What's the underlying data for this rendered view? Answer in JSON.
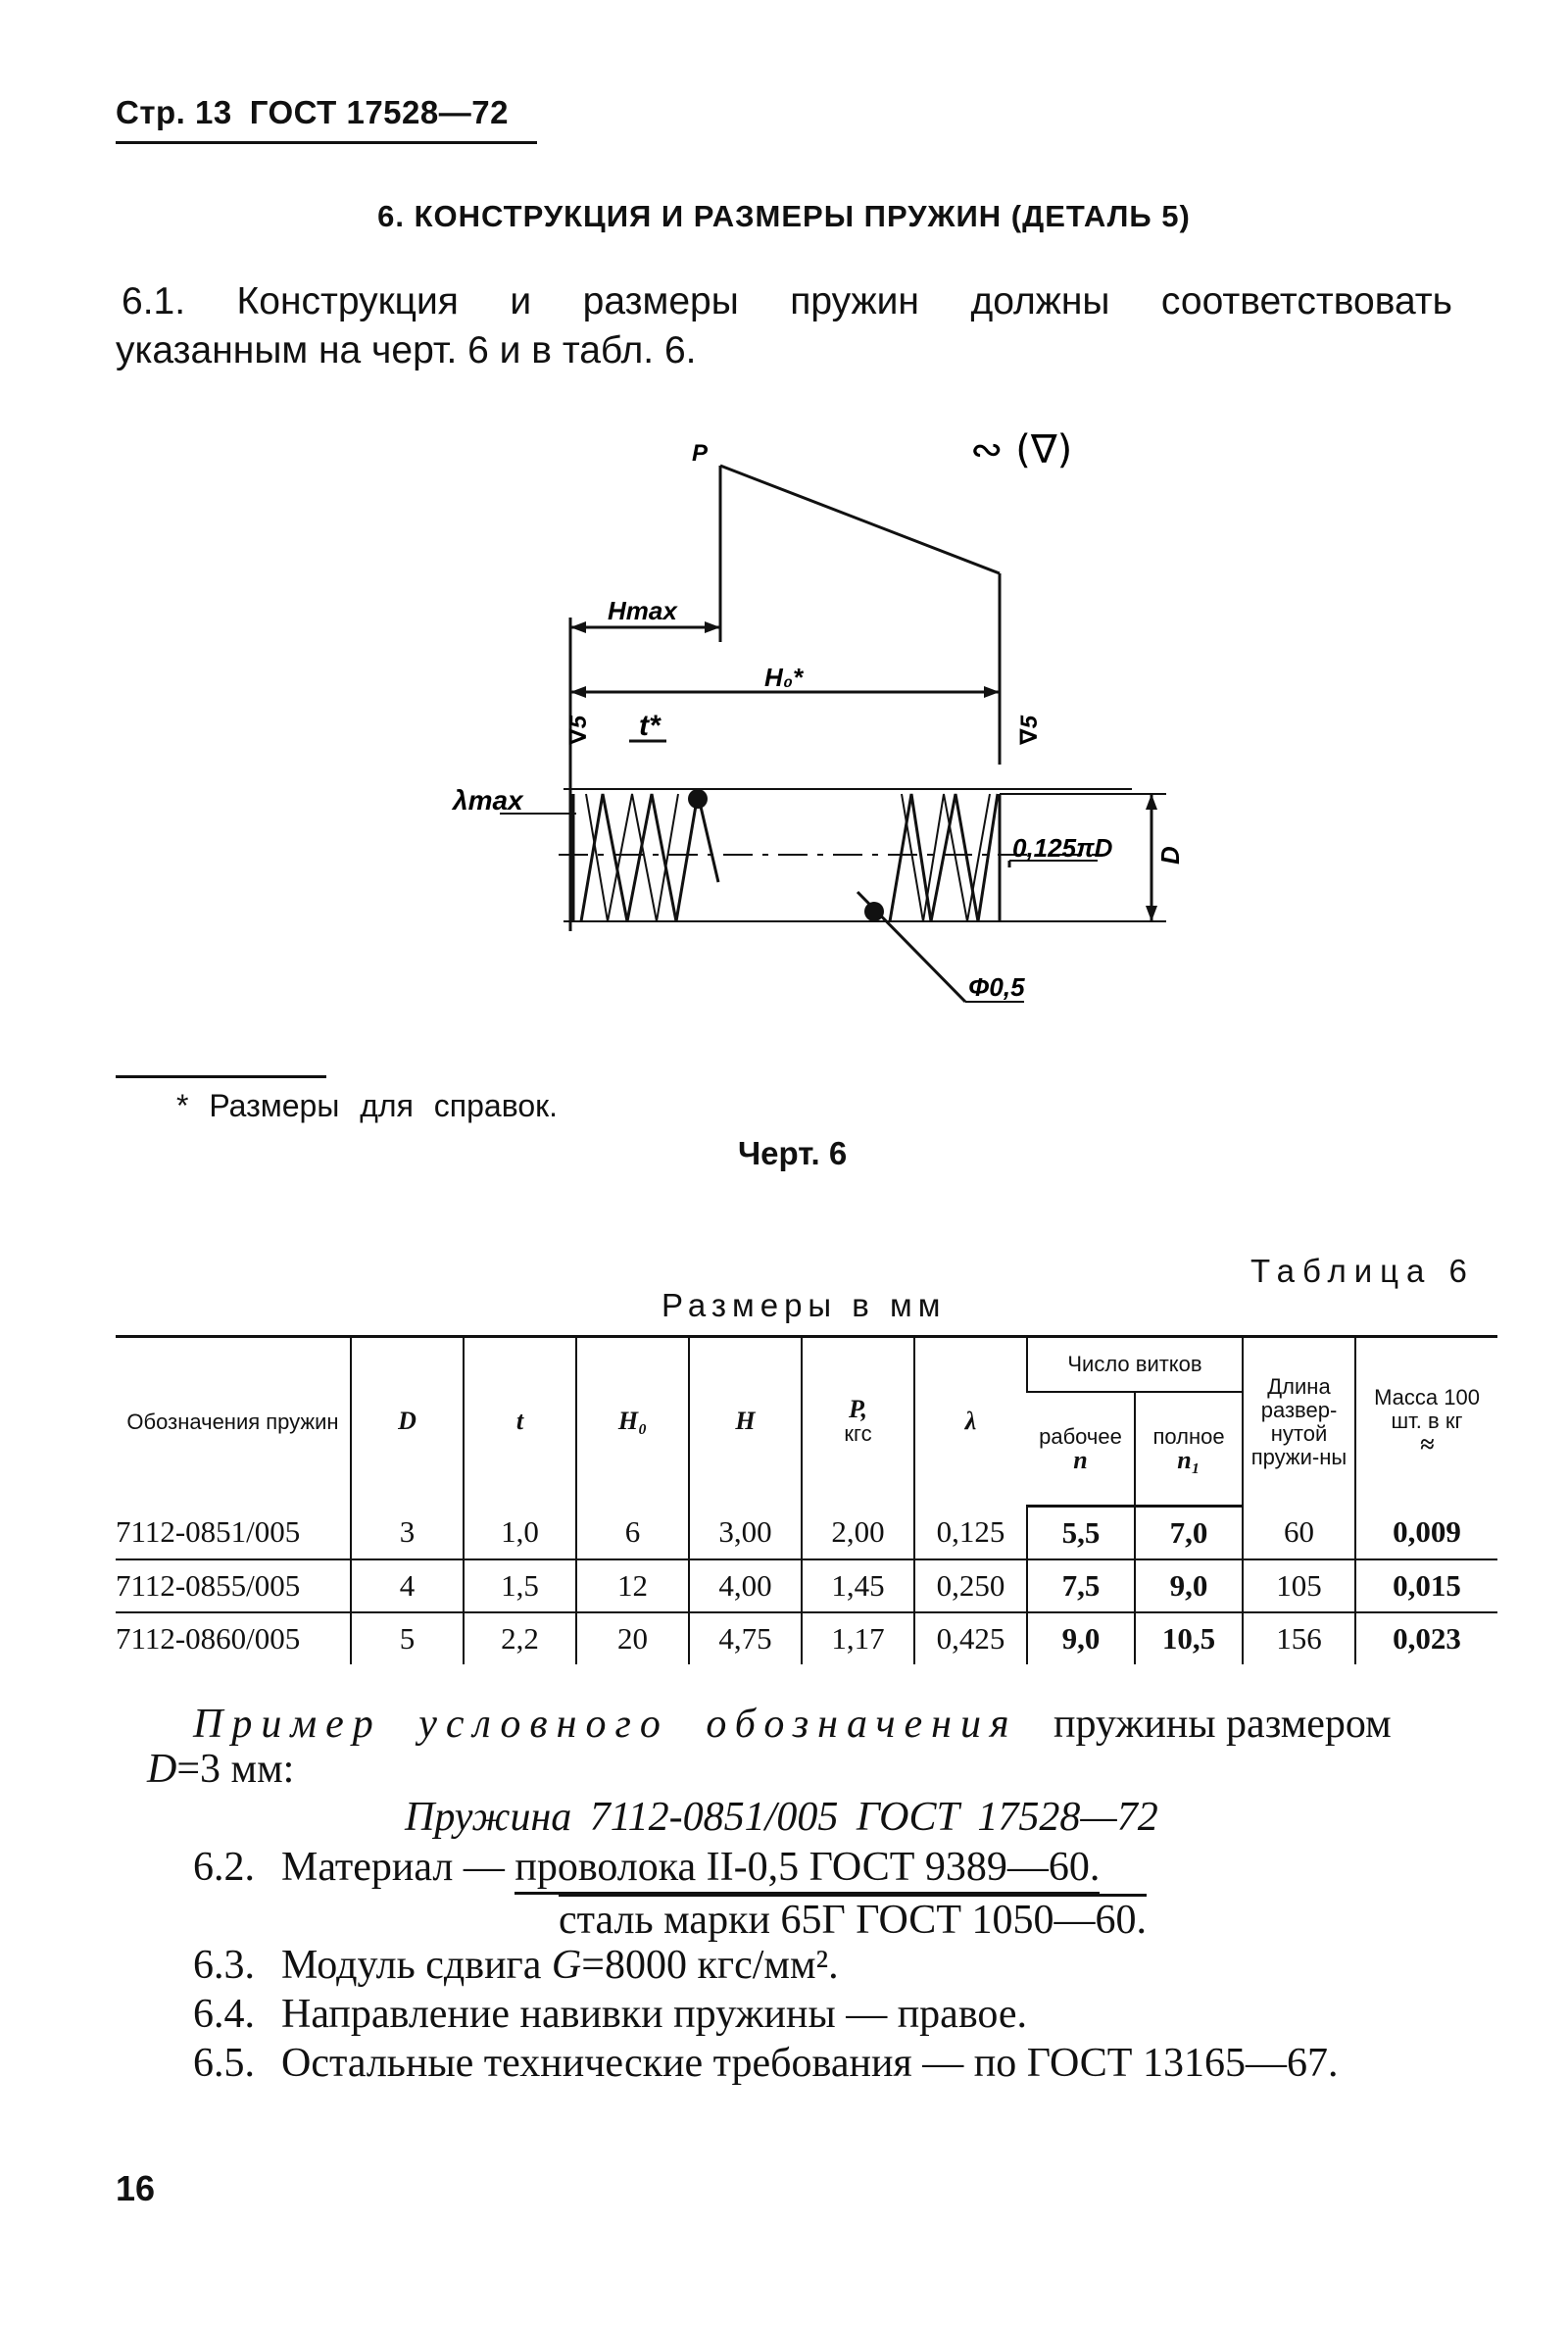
{
  "header": {
    "page": "Стр. 13",
    "standard": "ГОСТ 17528—72"
  },
  "section_title": "6. КОНСТРУКЦИЯ И РАЗМЕРЫ ПРУЖИН (ДЕТАЛЬ 5)",
  "paragraph": {
    "line1": "6.1. Конструкция и размеры пружин должны соответствовать",
    "line2": "указанным на черт. 6 и в табл. 6."
  },
  "drawing": {
    "roughness": "∾ (∇)",
    "label_p": "P",
    "label_hmax": "Hmax",
    "label_h0": "H₀*",
    "label_t": "t*",
    "label_lambda": "λmax",
    "label_surface_left": "∇5",
    "label_surface_right": "∇5",
    "label_tolerance": "0,125πD",
    "label_d": "D",
    "label_phi": "Φ0,5"
  },
  "footnote": "* Размеры для справок.",
  "caption": "Черт. 6",
  "table_label": "Таблица 6",
  "units": "Размеры в мм",
  "table": {
    "headers": {
      "designation": "Обозначения пружин",
      "d": "D",
      "t": "t",
      "h0": "H₀",
      "h": "H",
      "p_top": "P,",
      "p_unit": "кгс",
      "lambda": "λ",
      "turns": "Число витков",
      "working": "рабочее",
      "working_sym": "n",
      "full": "полное",
      "full_sym": "n₁",
      "length": "Длина развер-нутой пружи-ны",
      "mass": "Масса 100 шт. в кг",
      "mass_sym": "≈"
    },
    "rows": [
      {
        "designation": "7112-0851/005",
        "d": "3",
        "t": "1,0",
        "h0": "6",
        "h": "3,00",
        "p": "2,00",
        "lambda": "0,125",
        "n": "5,5",
        "n1": "7,0",
        "length": "60",
        "mass": "0,009"
      },
      {
        "designation": "7112-0855/005",
        "d": "4",
        "t": "1,5",
        "h0": "12",
        "h": "4,00",
        "p": "1,45",
        "lambda": "0,250",
        "n": "7,5",
        "n1": "9,0",
        "length": "105",
        "mass": "0,015"
      },
      {
        "designation": "7112-0860/005",
        "d": "5",
        "t": "2,2",
        "h0": "20",
        "h": "4,75",
        "p": "1,17",
        "lambda": "0,425",
        "n": "9,0",
        "n1": "10,5",
        "length": "156",
        "mass": "0,023"
      }
    ]
  },
  "example": {
    "spaced": "Пример условного обозначения",
    "rest": "пружины размером",
    "line2_var": "D",
    "line2_rest": "=3 мм:",
    "designation": "Пружина 7112-0851/005 ГОСТ 17528—72"
  },
  "items": {
    "i62_num": "6.2.",
    "i62_text": "Материал —",
    "i62_under": "проволока II-0,5 ГОСТ 9389—60.",
    "i62_line2": "сталь марки 65Г ГОСТ 1050—60.",
    "i63_num": "6.3.",
    "i63_text_a": "Модуль сдвига",
    "i63_var": "G",
    "i63_text_b": "=8000 кгс/мм².",
    "i64_num": "6.4.",
    "i64_text": "Направление навивки пружины — правое.",
    "i65_num": "6.5.",
    "i65_text": "Остальные технические требования — по ГОСТ 13165—67."
  },
  "page_number": "16"
}
